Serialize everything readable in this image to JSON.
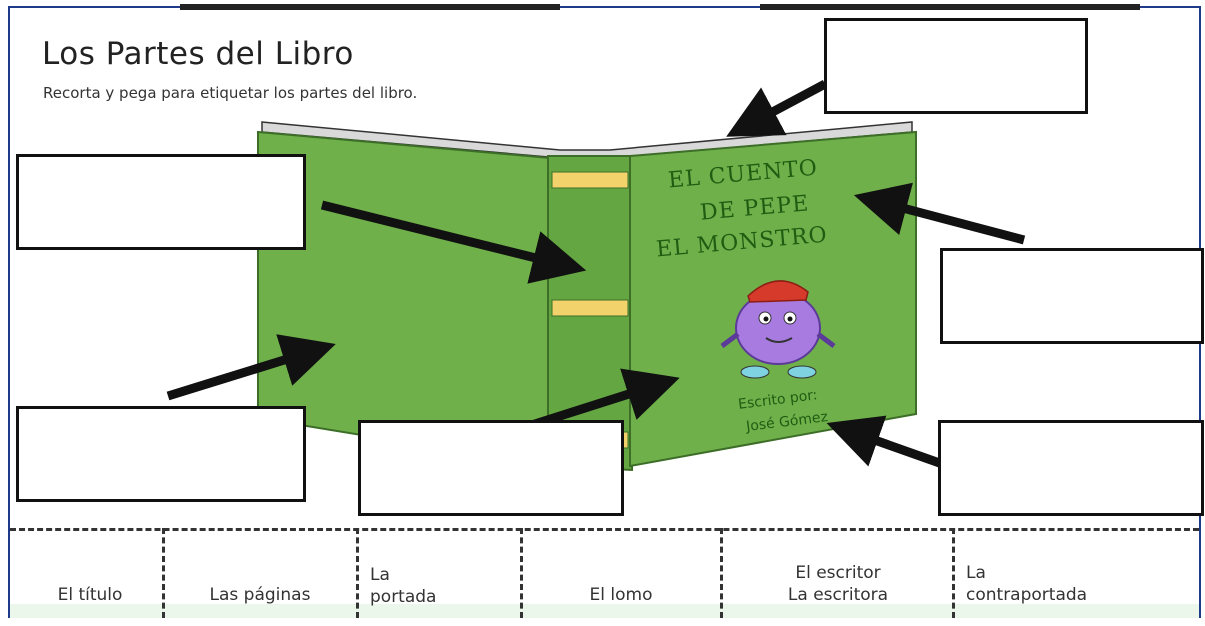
{
  "worksheet": {
    "title": "Los Partes del Libro",
    "instructions": "Recorta y pega para etiquetar los partes del libro."
  },
  "book": {
    "cover_title_line1": "EL CUENTO",
    "cover_title_line2": "DE PEPE",
    "cover_title_line3": "EL MONSTRO",
    "author_line1": "Escrito por:",
    "author_line2": "José Gómez",
    "colors": {
      "cover": "#6fb04a",
      "cover_dark": "#4e8a33",
      "spine_band": "#f2d36b",
      "pages": "#d9d9d9",
      "monster": "#a77be0",
      "cap": "#d63a2a"
    }
  },
  "cut_labels": [
    {
      "line1": "El título",
      "line2": ""
    },
    {
      "line1": "Las páginas",
      "line2": ""
    },
    {
      "line1": "La",
      "line2": "portada"
    },
    {
      "line1": "El lomo",
      "line2": ""
    },
    {
      "line1": "El escritor",
      "line2": "La escritora"
    },
    {
      "line1": "La",
      "line2": "contraportada"
    }
  ]
}
